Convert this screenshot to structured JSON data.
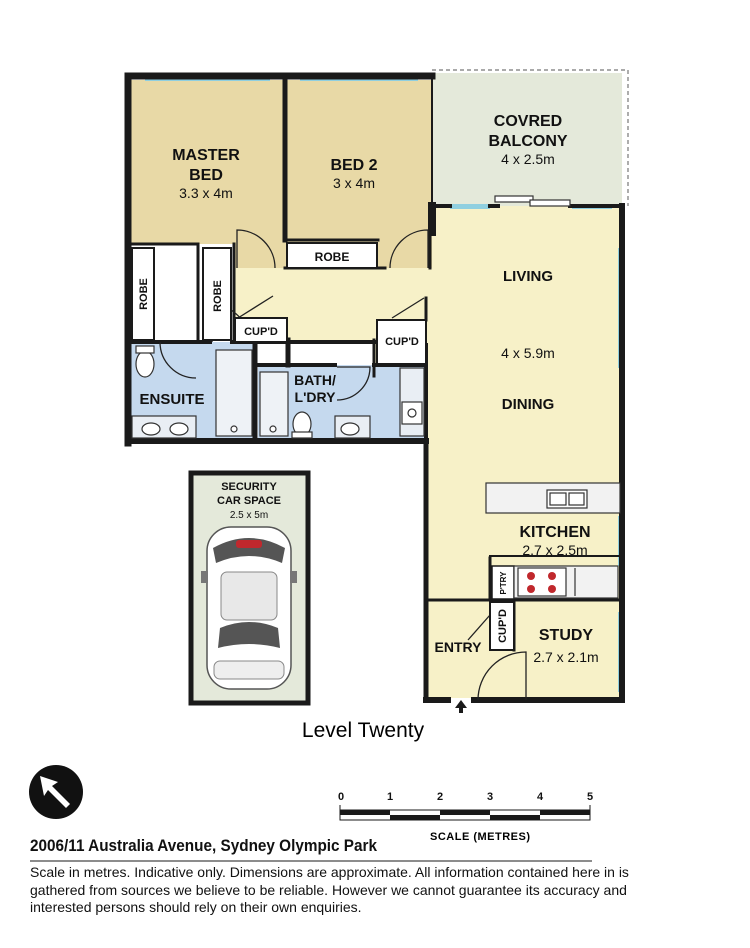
{
  "rooms": {
    "master_bed": {
      "name_line1": "MASTER",
      "name_line2": "BED",
      "size": "3.3 x 4m"
    },
    "bed2": {
      "name": "BED 2",
      "size": "3 x 4m"
    },
    "balcony": {
      "name_line1": "COVRED",
      "name_line2": "BALCONY",
      "size": "4 x 2.5m"
    },
    "living": {
      "name": "LIVING"
    },
    "living_dining_size": "4 x 5.9m",
    "dining": {
      "name": "DINING"
    },
    "kitchen": {
      "name": "KITCHEN",
      "size": "2.7 x 2.5m"
    },
    "study": {
      "name": "STUDY",
      "size": "2.7 x 2.1m"
    },
    "ensuite": {
      "name": "ENSUITE"
    },
    "bath_line1": "BATH/",
    "bath_line2": "L'DRY",
    "entry": "ENTRY"
  },
  "storage": {
    "robe_bed2": "ROBE",
    "robe_left": "ROBE",
    "robe_right": "ROBE",
    "cupd_hall": "CUP'D",
    "cupd_bath": "CUP'D",
    "cupd_entry": "CUP'D",
    "pantry": "P'TRY"
  },
  "car_space": {
    "line1": "SECURITY",
    "line2": "CAR SPACE",
    "size": "2.5 x 5m"
  },
  "level_label": "Level Twenty",
  "scale": {
    "ticks": [
      "0",
      "1",
      "2",
      "3",
      "4",
      "5"
    ],
    "title": "SCALE (METRES)"
  },
  "address": "2006/11 Australia Avenue, Sydney Olympic Park",
  "disclaimer": "Scale in metres. Indicative only. Dimensions are approximate. All information contained here in is gathered from sources we believe to be reliable. However we cannot guarantee its accuracy and interested persons should rely on their own enquiries.",
  "colors": {
    "bedroom": "#e8d9a6",
    "living": "#f7f1c8",
    "balcony": "#e4e9da",
    "wet_area": "#c5d9ee",
    "window": "#8fcfe0",
    "wall": "#1a1a1a",
    "car_bg": "#e4e9da"
  },
  "icons": {
    "north": "north-arrow-icon",
    "entry_arrow": "entry-arrow-icon"
  }
}
